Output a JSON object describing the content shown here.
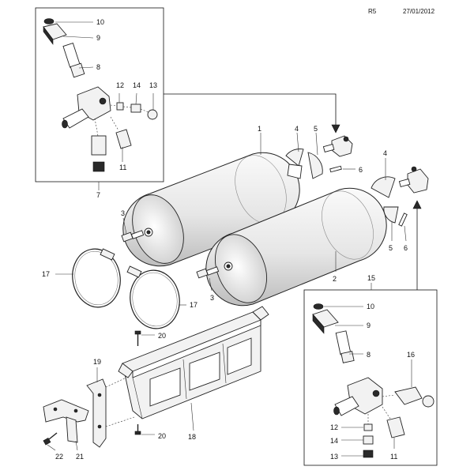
{
  "header": {
    "revision": "R5",
    "date": "27/01/2012"
  },
  "callouts": {
    "c1": "1",
    "c2": "2",
    "c3a": "3",
    "c3b": "3",
    "c4a": "4",
    "c4b": "4",
    "c5a": "5",
    "c5b": "5",
    "c6a": "6",
    "c6b": "6",
    "c7": "7",
    "c8a": "8",
    "c8b": "8",
    "c9a": "9",
    "c9b": "9",
    "c10a": "10",
    "c10b": "10",
    "c11a": "11",
    "c11b": "11",
    "c12a": "12",
    "c12b": "12",
    "c13a": "13",
    "c13b": "13",
    "c14a": "14",
    "c14b": "14",
    "c15": "15",
    "c16": "16",
    "c17a": "17",
    "c17b": "17",
    "c18": "18",
    "c19": "19",
    "c20a": "20",
    "c20b": "20",
    "c21": "21",
    "c22": "22"
  }
}
